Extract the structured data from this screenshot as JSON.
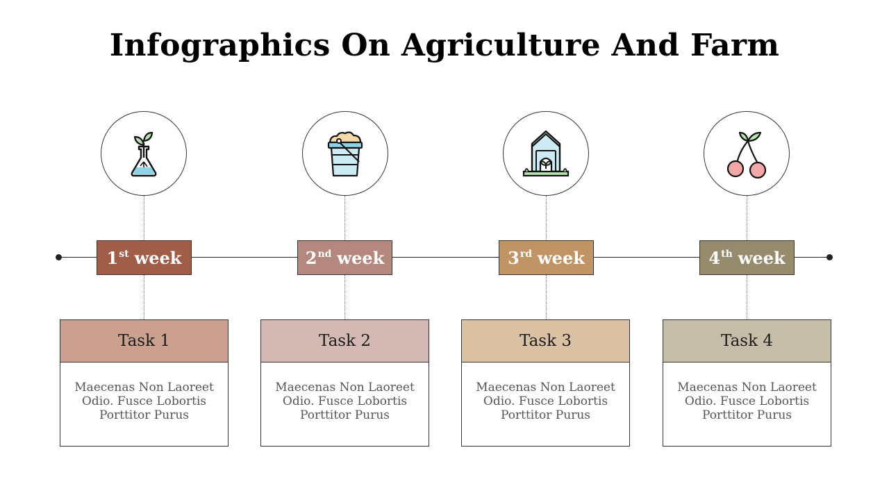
{
  "title": "Infographics On Agriculture And Farm",
  "colors": {
    "week_1": "#A05E48",
    "week_2": "#B4887F",
    "week_3": "#C19466",
    "week_4": "#968B6D",
    "task_1": "#CBA08E",
    "task_2": "#D4B8B3",
    "task_3": "#DBC1A4",
    "task_4": "#C6BDA9"
  },
  "steps": [
    {
      "icon": "seedling-flask-icon",
      "week_number": "1",
      "week_suffix": "st",
      "week_word": "week",
      "task_title": "Task 1",
      "task_text": "Maecenas Non Laoreet Odio. Fusce Lobortis Porttitor Purus"
    },
    {
      "icon": "feed-bucket-icon",
      "week_number": "2",
      "week_suffix": "nd",
      "week_word": "week",
      "task_title": "Task 2",
      "task_text": "Maecenas Non Laoreet Odio. Fusce Lobortis Porttitor Purus"
    },
    {
      "icon": "greenhouse-icon",
      "week_number": "3",
      "week_suffix": "rd",
      "week_word": "week",
      "task_title": "Task 3",
      "task_text": "Maecenas Non Laoreet Odio. Fusce Lobortis Porttitor Purus"
    },
    {
      "icon": "cherries-icon",
      "week_number": "4",
      "week_suffix": "th",
      "week_word": "week",
      "task_title": "Task 4",
      "task_text": "Maecenas Non Laoreet Odio. Fusce Lobortis Porttitor Purus"
    }
  ]
}
